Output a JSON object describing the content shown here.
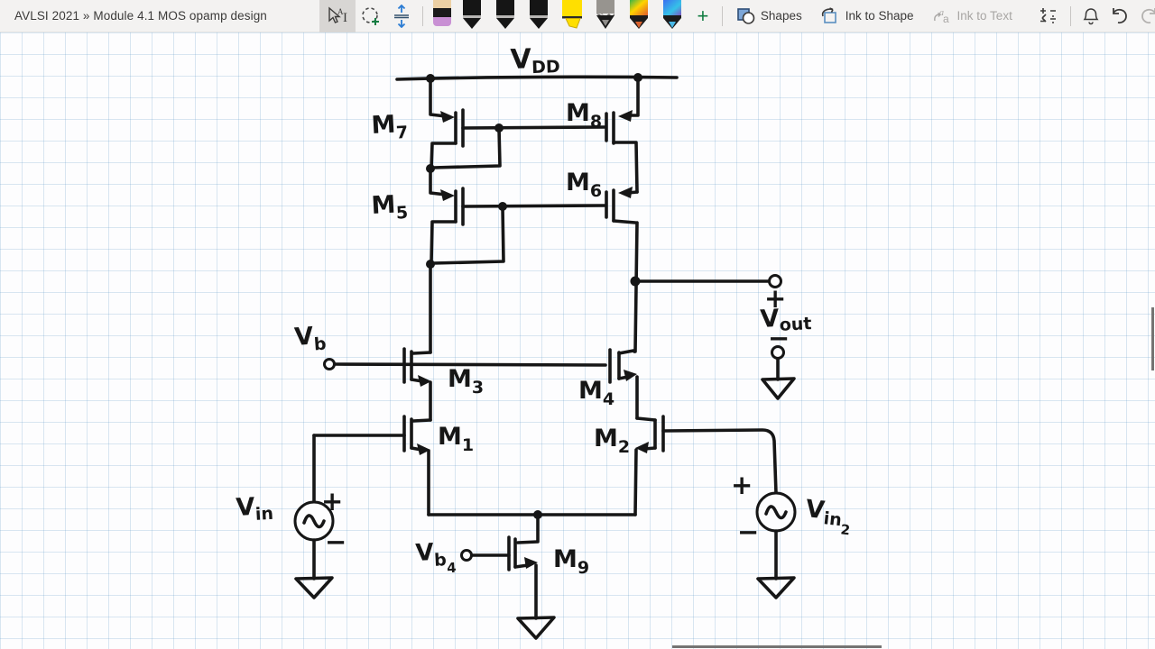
{
  "window": {
    "title": "AVLSI 2021 » Module 4.1 MOS opamp design"
  },
  "toolbar": {
    "tools": [
      {
        "name": "select-ink-tool",
        "selected": true
      },
      {
        "name": "lasso-select-tool"
      },
      {
        "name": "insert-space-tool"
      }
    ],
    "pens": [
      {
        "name": "eraser",
        "colors": [
          "#ecd0a4",
          "#1b1b1b",
          "#c990d4"
        ]
      },
      {
        "name": "pen-black-1",
        "color": "#1b1b1b"
      },
      {
        "name": "pen-black-2",
        "color": "#1b1b1b"
      },
      {
        "name": "pen-black-3",
        "color": "#1b1b1b"
      },
      {
        "name": "highlighter-yellow",
        "color": "#ffdf00"
      },
      {
        "name": "pencil-gray",
        "color": "#97948f"
      },
      {
        "name": "pen-rainbow",
        "colors": [
          "#3bb44a",
          "#ffd400",
          "#e05a2b"
        ]
      },
      {
        "name": "pen-galaxy",
        "colors": [
          "#3c6ff0",
          "#35c2e8"
        ]
      }
    ],
    "add_pen_label": "+",
    "buttons": {
      "shapes": "Shapes",
      "ink_to_shape": "Ink to Shape",
      "ink_to_text": "Ink to Text",
      "ink_to_text_disabled": true
    },
    "right_icons": [
      "math-assistant",
      "notifications-bell",
      "undo",
      "redo",
      "share",
      "collapse-window"
    ],
    "redo_disabled": true
  },
  "colors": {
    "ink": "#161616",
    "grid": "#9cc0dd",
    "toolbar_bg": "#f3f2f1",
    "accent_green": "#107c41",
    "accent_blue": "#2b7cd3",
    "disabled_gray": "#a8a6a4"
  },
  "circuit": {
    "supply": {
      "vdd": {
        "main": "V",
        "sub": "DD"
      }
    },
    "transistors": {
      "m1": {
        "main": "M",
        "sub": "1"
      },
      "m2": {
        "main": "M",
        "sub": "2"
      },
      "m3": {
        "main": "M",
        "sub": "3"
      },
      "m4": {
        "main": "M",
        "sub": "4"
      },
      "m5": {
        "main": "M",
        "sub": "5"
      },
      "m6": {
        "main": "M",
        "sub": "6"
      },
      "m7": {
        "main": "M",
        "sub": "7"
      },
      "m8": {
        "main": "M",
        "sub": "8"
      },
      "m9": {
        "main": "M",
        "sub": "9"
      }
    },
    "terminals": {
      "vb": {
        "main": "V",
        "sub": "b"
      },
      "vb4": {
        "main": "V",
        "sub": "b",
        "sub2": "4"
      },
      "vout": {
        "main": "V",
        "sub": "out"
      },
      "vin": {
        "main": "V",
        "sub": "in"
      },
      "vin2": {
        "main": "V",
        "sub": "in",
        "sub2": "2"
      }
    },
    "signs": {
      "plus": "+",
      "minus": "−"
    }
  }
}
